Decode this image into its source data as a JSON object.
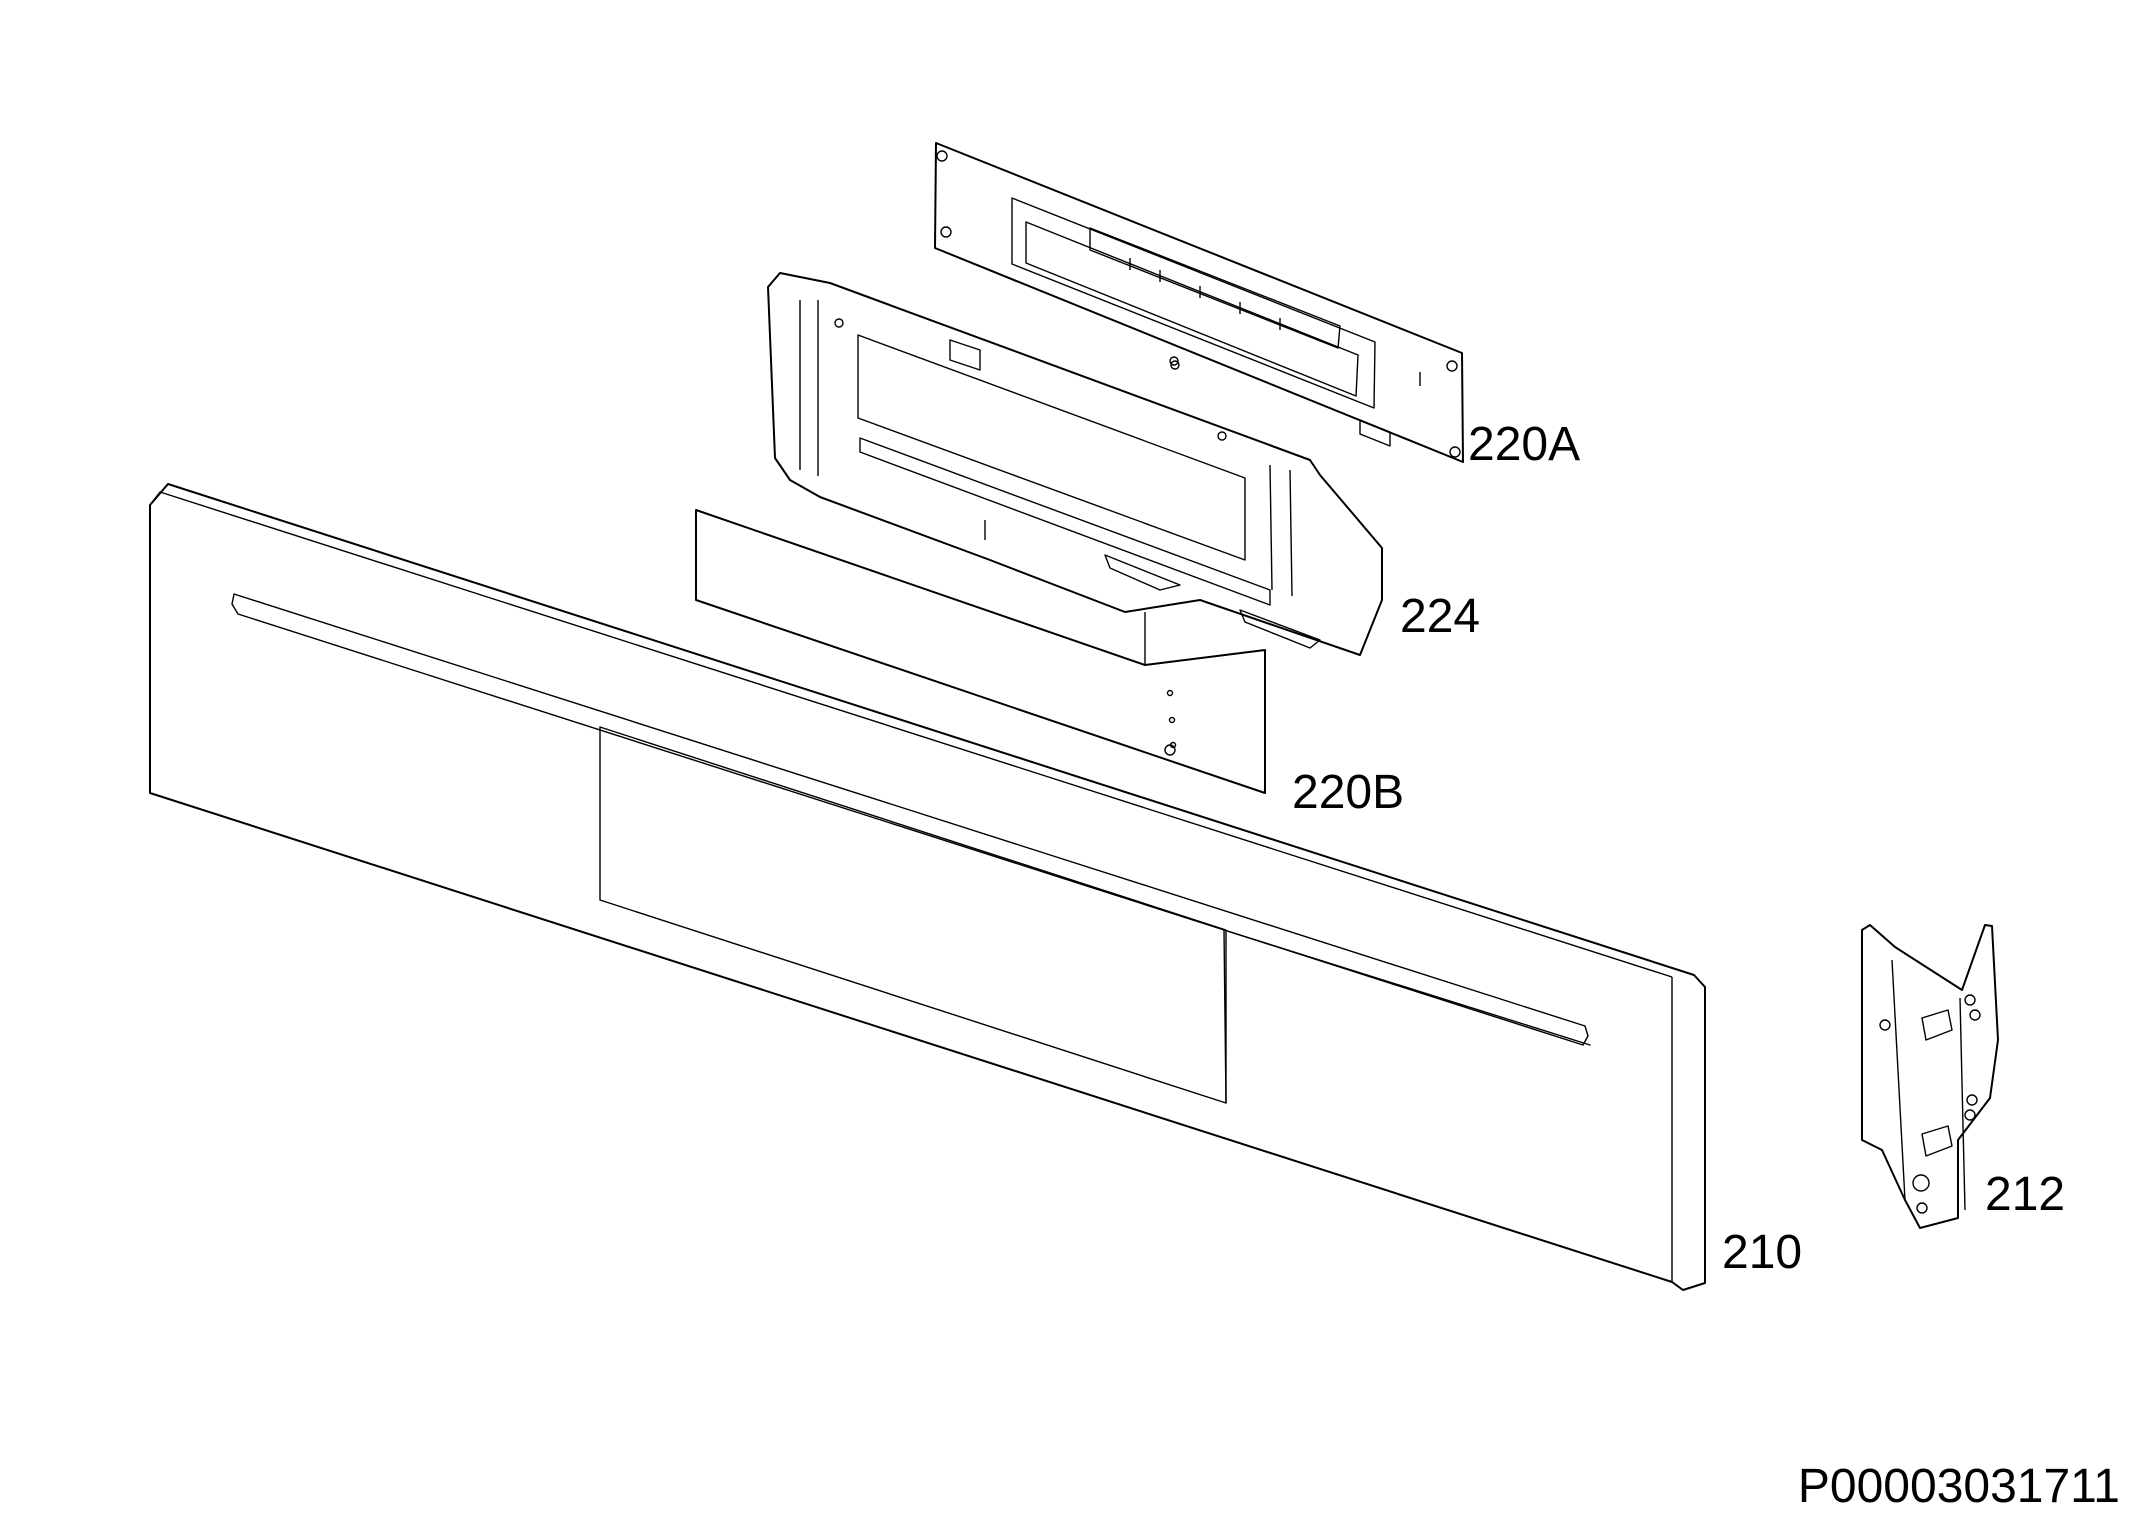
{
  "diagram": {
    "labels": {
      "p220a": "220A",
      "p224": "224",
      "p220b": "220B",
      "p210": "210",
      "p212": "212"
    },
    "document_id": "P00003031711"
  }
}
